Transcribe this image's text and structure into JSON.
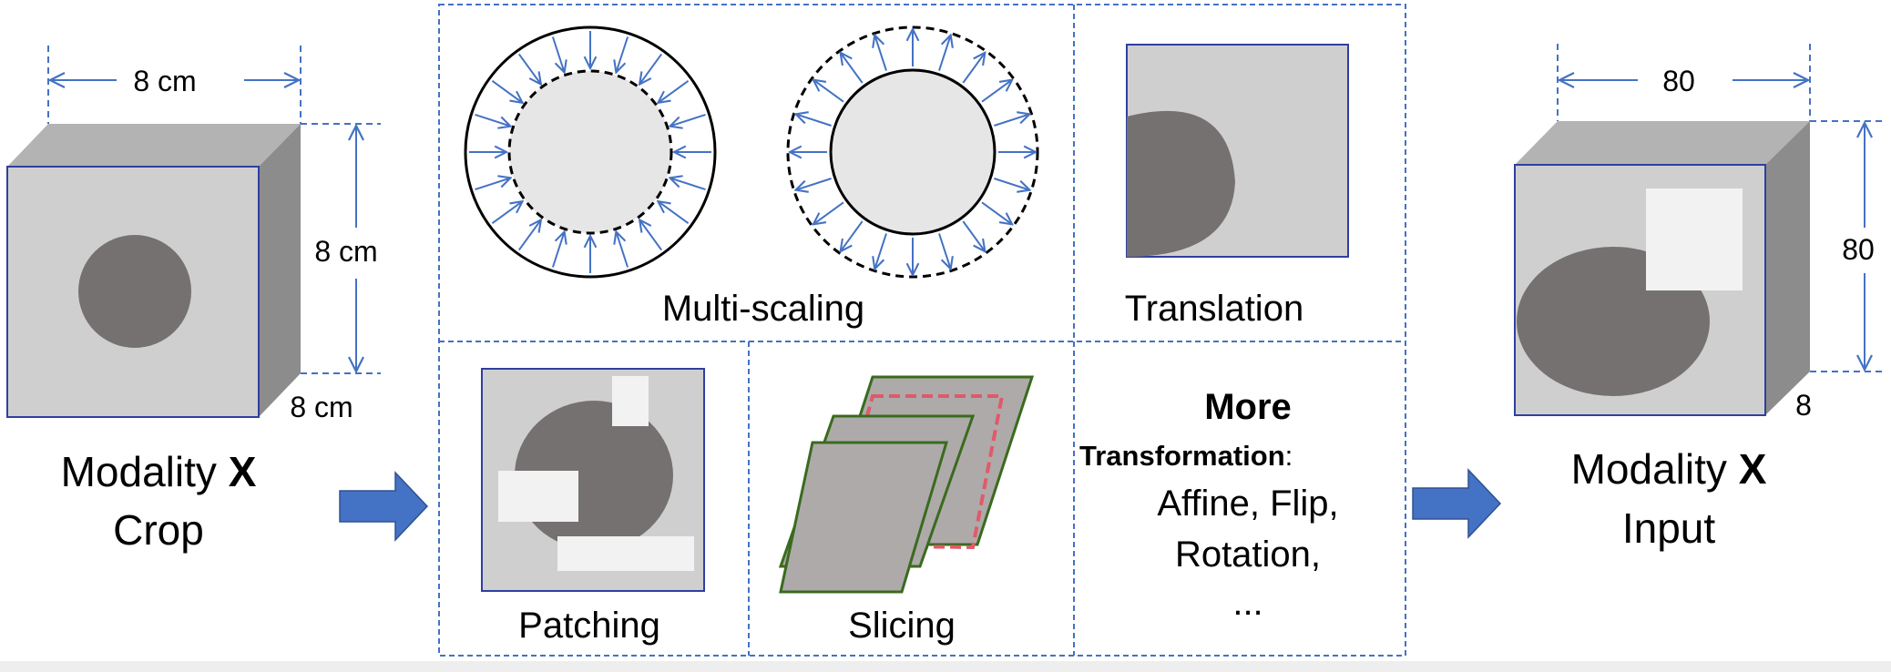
{
  "colors": {
    "accent_blue": "#4472c4",
    "dark_blue": "#2f3fa0",
    "cube_front": "#d0cfcf",
    "cube_top": "#b3b3b3",
    "cube_side": "#8c8c8c",
    "lesion": "#767171",
    "light_fill": "#e7e6e6",
    "patch_fill": "#f2f2f2",
    "slice_fill": "#aeaaaa",
    "slice_stroke": "#3a6b1e",
    "slice_highlight": "#e05a6a",
    "arrow_fill": "#4472c4"
  },
  "left_cube": {
    "dim_width": "8 cm",
    "dim_height": "8 cm",
    "dim_depth": "8 cm",
    "label_line1_prefix": "Modality ",
    "label_line1_bold": "X",
    "label_line2": "Crop"
  },
  "right_cube": {
    "dim_width": "80",
    "dim_height": "80",
    "dim_depth": "8",
    "label_line1_prefix": "Modality ",
    "label_line1_bold": "X",
    "label_line2": "Input"
  },
  "panels": {
    "multiscaling": "Multi-scaling",
    "translation": "Translation",
    "patching": "Patching",
    "slicing": "Slicing",
    "more_title": "More",
    "more_subtitle_bold": "Transformation",
    "more_subtitle_colon": ":",
    "more_line1": "Affine, Flip,",
    "more_line2": "Rotation,",
    "more_line3": "..."
  },
  "icons": {
    "left_arrow": "block-arrow-right-icon",
    "right_arrow": "block-arrow-right-icon"
  }
}
